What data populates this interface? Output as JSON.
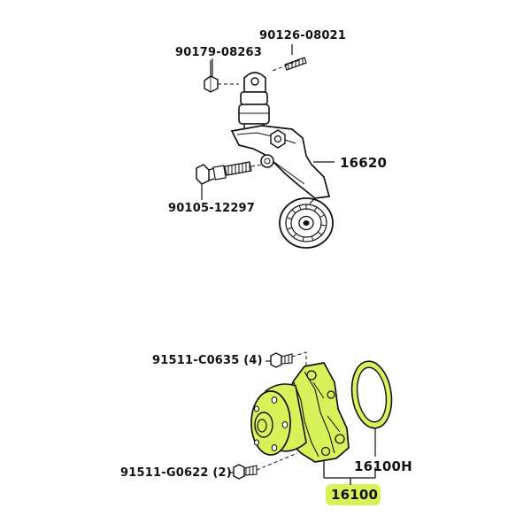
{
  "parts": {
    "stud_top": "90126-08021",
    "nut": "90179-08263",
    "tensioner": "16620",
    "bolt_tensioner": "90105-12297",
    "bolt_pump_top": "91511-C0635 (4)",
    "bolt_pump_bottom": "91511-G0622 (2)",
    "gasket": "16100H",
    "water_pump": "16100"
  },
  "colors": {
    "highlight": "#d8f25a",
    "ink": "#111111",
    "paper": "#ffffff"
  }
}
